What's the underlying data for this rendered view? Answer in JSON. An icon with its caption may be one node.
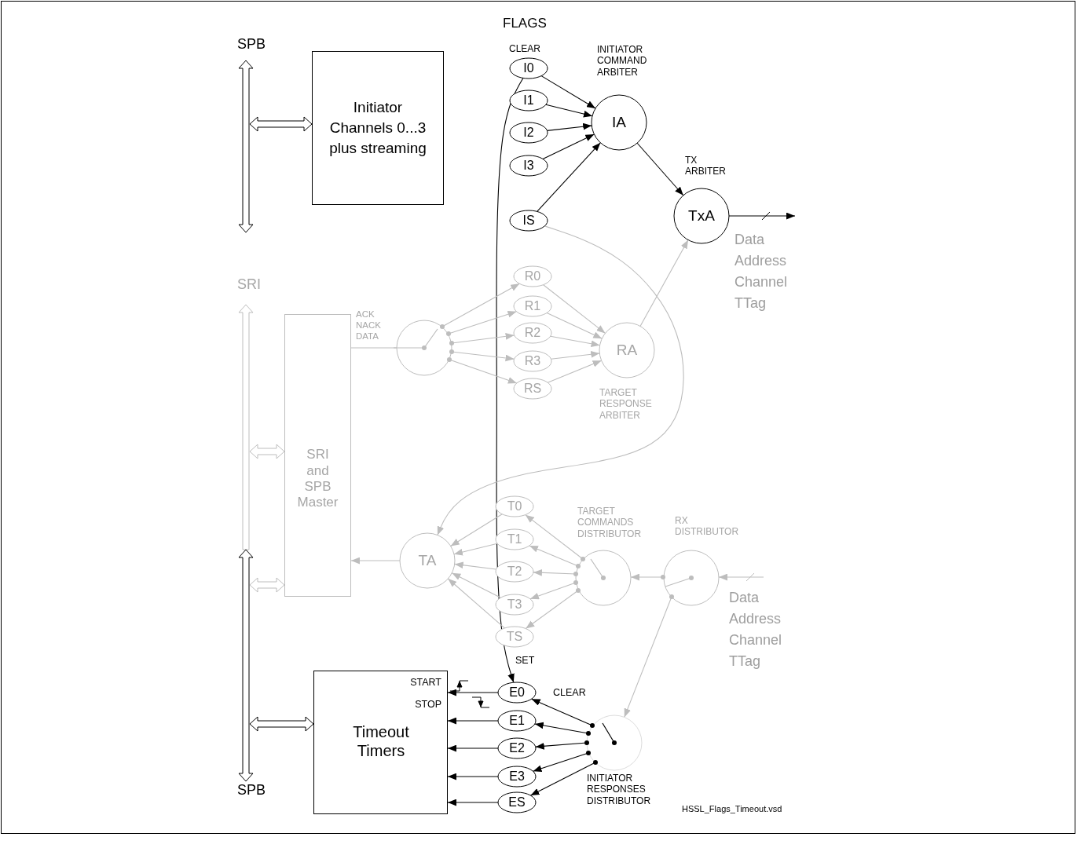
{
  "diagram": {
    "nodes": [
      {
        "text": [],
        "shape": "bar",
        "beside": [
          "SPB"
        ]
      },
      {
        "text": [
          "Initiator Channels 0...3 plus streaming"
        ]
      },
      {
        "text": [
          "I0"
        ],
        "beside": [
          "CLEAR"
        ]
      },
      {
        "text": [
          "I1"
        ]
      },
      {
        "text": [
          "I2"
        ]
      },
      {
        "text": [
          "I3"
        ]
      },
      {
        "text": [
          "IS"
        ]
      },
      {
        "text": [
          "IA"
        ],
        "beside": [
          "INITIATOR COMMAND ARBITER"
        ]
      },
      {
        "text": [
          "TxA"
        ],
        "beside": [
          "TX ARBITER"
        ]
      },
      {
        "text": [],
        "shape": "bar",
        "beside": [
          "SRI"
        ]
      },
      {
        "text": [
          "SRI and SPB Master"
        ]
      },
      {
        "text": [],
        "shape": "circle"
      },
      {
        "text": [
          "R0"
        ]
      },
      {
        "text": [
          "R1"
        ]
      },
      {
        "text": [
          "R2"
        ]
      },
      {
        "text": [
          "R3"
        ]
      },
      {
        "text": [
          "RS"
        ]
      },
      {
        "text": [
          "RA"
        ],
        "beside": [
          "TARGET RESPONSE ARBITER"
        ]
      },
      {
        "text": [
          "TA"
        ]
      },
      {
        "text": [
          "T0"
        ]
      },
      {
        "text": [
          "T1"
        ]
      },
      {
        "text": [
          "T2"
        ]
      },
      {
        "text": [
          "T3"
        ]
      },
      {
        "text": [
          "TS"
        ]
      },
      {
        "text": [],
        "shape": "circle",
        "beside": [
          "TARGET COMMANDS DISTRIBUTOR"
        ]
      },
      {
        "text": [],
        "shape": "circle",
        "beside": [
          "RX DISTRIBUTOR"
        ]
      },
      {
        "text": [],
        "shape": "bar",
        "beside": [
          "SPB"
        ]
      },
      {
        "text": [
          "START",
          "STOP",
          "Timeout Timers"
        ]
      },
      {
        "text": [
          "E0"
        ]
      },
      {
        "text": [
          "E1"
        ]
      },
      {
        "text": [
          "E2"
        ]
      },
      {
        "text": [
          "E3"
        ]
      },
      {
        "text": [
          "ES"
        ]
      },
      {
        "text": [],
        "shape": "circle",
        "beside": [
          "INITIATOR RESPONSES DISTRIBUTOR"
        ]
      }
    ],
    "edges": [
      {
        "from": 0,
        "to": 1,
        "arrow": "both",
        "style": "thick",
        "color": "#000000"
      },
      {
        "from": 2,
        "to": 7,
        "arrow": "to",
        "color": "#000000"
      },
      {
        "from": 3,
        "to": 7,
        "arrow": "to",
        "color": "#000000"
      },
      {
        "from": 4,
        "to": 7,
        "arrow": "to",
        "color": "#000000"
      },
      {
        "from": 5,
        "to": 7,
        "arrow": "to",
        "color": "#000000"
      },
      {
        "from": 6,
        "to": 7,
        "arrow": "to",
        "color": "#000000"
      },
      {
        "from": 7,
        "to": 8,
        "arrow": "to",
        "color": "#000000"
      },
      {
        "from": 8,
        "to": null,
        "arrow": "to",
        "color": "#000000"
      },
      {
        "from": 2,
        "to": 28,
        "arrow": "to",
        "label": "SET",
        "color": "#000000"
      },
      {
        "from": 9,
        "to": 10,
        "arrow": "both",
        "style": "thick"
      },
      {
        "from": 26,
        "to": 10,
        "arrow": "both",
        "style": "thick"
      },
      {
        "from": 10,
        "to": 11,
        "arrow": "none",
        "label": "ACK NACK DATA"
      },
      {
        "from": 11,
        "to": 12,
        "arrow": "to"
      },
      {
        "from": 11,
        "to": 13,
        "arrow": "to"
      },
      {
        "from": 11,
        "to": 14,
        "arrow": "to"
      },
      {
        "from": 11,
        "to": 15,
        "arrow": "to"
      },
      {
        "from": 11,
        "to": 16,
        "arrow": "to"
      },
      {
        "from": 12,
        "to": 17,
        "arrow": "to"
      },
      {
        "from": 13,
        "to": 17,
        "arrow": "to"
      },
      {
        "from": 14,
        "to": 17,
        "arrow": "to"
      },
      {
        "from": 15,
        "to": 17,
        "arrow": "to"
      },
      {
        "from": 16,
        "to": 17,
        "arrow": "to"
      },
      {
        "from": 17,
        "to": 8,
        "arrow": "to"
      },
      {
        "from": 6,
        "to": 18,
        "arrow": "to"
      },
      {
        "from": 18,
        "to": 10,
        "arrow": "to"
      },
      {
        "from": 19,
        "to": 18,
        "arrow": "to"
      },
      {
        "from": 20,
        "to": 18,
        "arrow": "to"
      },
      {
        "from": 21,
        "to": 18,
        "arrow": "to"
      },
      {
        "from": 22,
        "to": 18,
        "arrow": "to"
      },
      {
        "from": 23,
        "to": 18,
        "arrow": "to"
      },
      {
        "from": 24,
        "to": 19,
        "arrow": "to"
      },
      {
        "from": 24,
        "to": 20,
        "arrow": "to"
      },
      {
        "from": 24,
        "to": 21,
        "arrow": "to"
      },
      {
        "from": 24,
        "to": 22,
        "arrow": "to"
      },
      {
        "from": 24,
        "to": 23,
        "arrow": "to"
      },
      {
        "from": 25,
        "to": 24,
        "arrow": "to"
      },
      {
        "from": null,
        "to": 25,
        "arrow": "to"
      },
      {
        "from": 25,
        "to": 33,
        "arrow": "to"
      },
      {
        "from": 26,
        "to": 27,
        "arrow": "both",
        "style": "thick",
        "color": "#000000"
      },
      {
        "from": 33,
        "to": 28,
        "arrow": "to",
        "label": "CLEAR",
        "color": "#000000"
      },
      {
        "from": 33,
        "to": 29,
        "arrow": "to",
        "color": "#000000"
      },
      {
        "from": 33,
        "to": 30,
        "arrow": "to",
        "color": "#000000"
      },
      {
        "from": 33,
        "to": 31,
        "arrow": "to",
        "color": "#000000"
      },
      {
        "from": 33,
        "to": 32,
        "arrow": "to",
        "color": "#000000"
      },
      {
        "from": 28,
        "to": 27,
        "arrow": "to",
        "color": "#000000"
      },
      {
        "from": 29,
        "to": 27,
        "arrow": "to",
        "color": "#000000"
      },
      {
        "from": 30,
        "to": 27,
        "arrow": "to",
        "color": "#000000"
      },
      {
        "from": 31,
        "to": 27,
        "arrow": "to",
        "color": "#000000"
      },
      {
        "from": 32,
        "to": 27,
        "arrow": "to",
        "color": "#000000"
      }
    ],
    "labels": [
      "FLAGS",
      "Data Address Channel TTag",
      "Data Address Channel TTag",
      "HSSL_Flags_Timeout.vsd"
    ]
  }
}
